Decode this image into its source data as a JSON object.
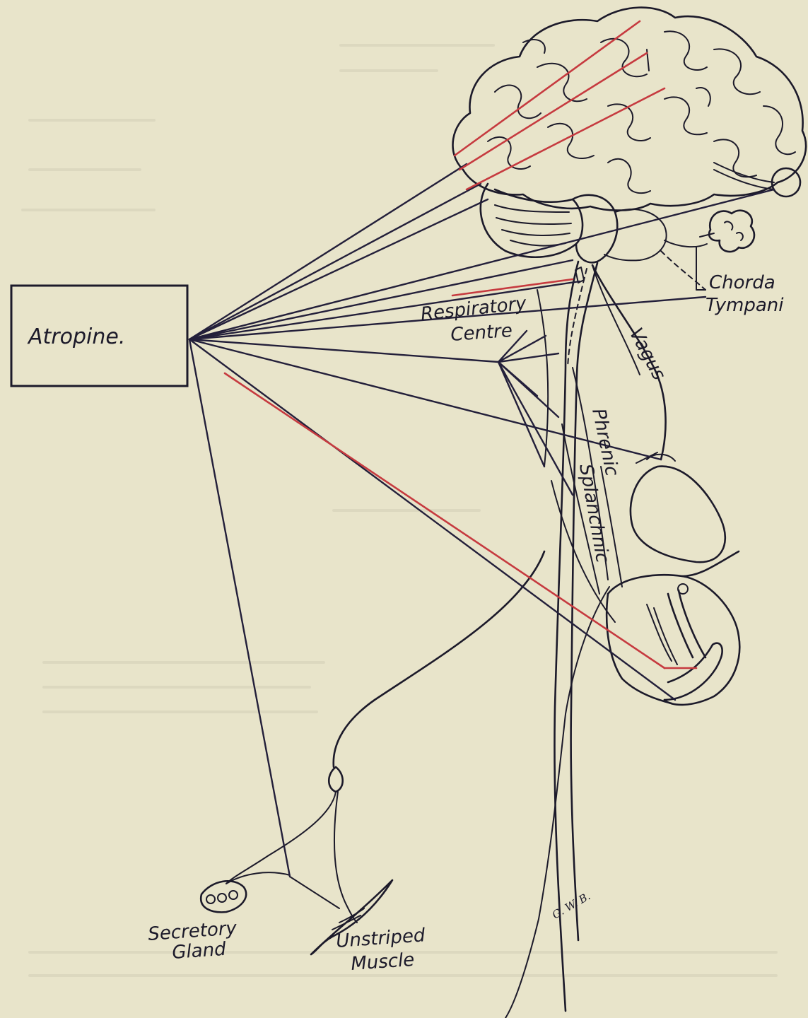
{
  "labels": {
    "drug": "Atropine.",
    "chorda_line1": "Chorda",
    "chorda_line2": "Tympani",
    "resp_line1": "Respiratory",
    "resp_line2": "Centre",
    "vagus": "Vagus",
    "phrenic": "Phrenic",
    "splanchnic": "Splanchnic",
    "gland_line1": "Secretory",
    "gland_line2": "Gland",
    "muscle_line1": "Unstriped",
    "muscle_line2": "Muscle",
    "initials": "G. W. B."
  },
  "colors": {
    "paper": "#e8e4ca",
    "ink": "#1c1a2a",
    "red_line": "#c63a3f"
  }
}
